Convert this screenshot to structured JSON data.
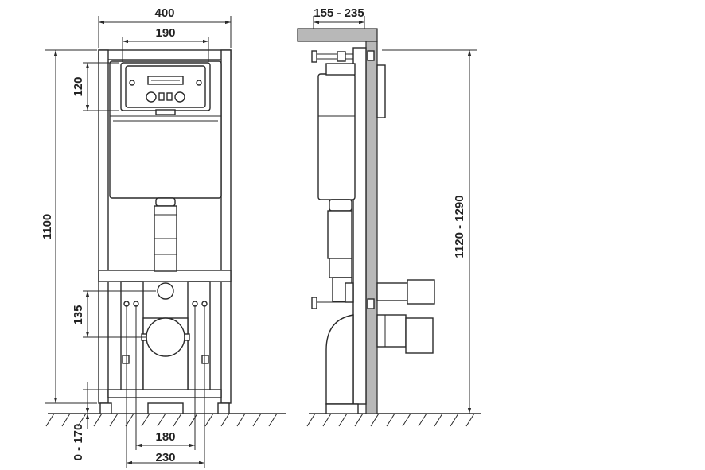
{
  "dimensions": {
    "frame_width": "400",
    "flush_plate_width": "190",
    "flush_plate_height": "120",
    "frame_height": "1100",
    "fixing_height": "135",
    "foot_adjust": "0 - 170",
    "bolt_spacing_inner": "180",
    "bolt_spacing_outer": "230",
    "wall_depth": "155 - 235",
    "total_height": "1120 - 1290"
  },
  "colors": {
    "line": "#2a2a2a",
    "wall_fill": "#b8b8b8",
    "background": "#ffffff"
  }
}
